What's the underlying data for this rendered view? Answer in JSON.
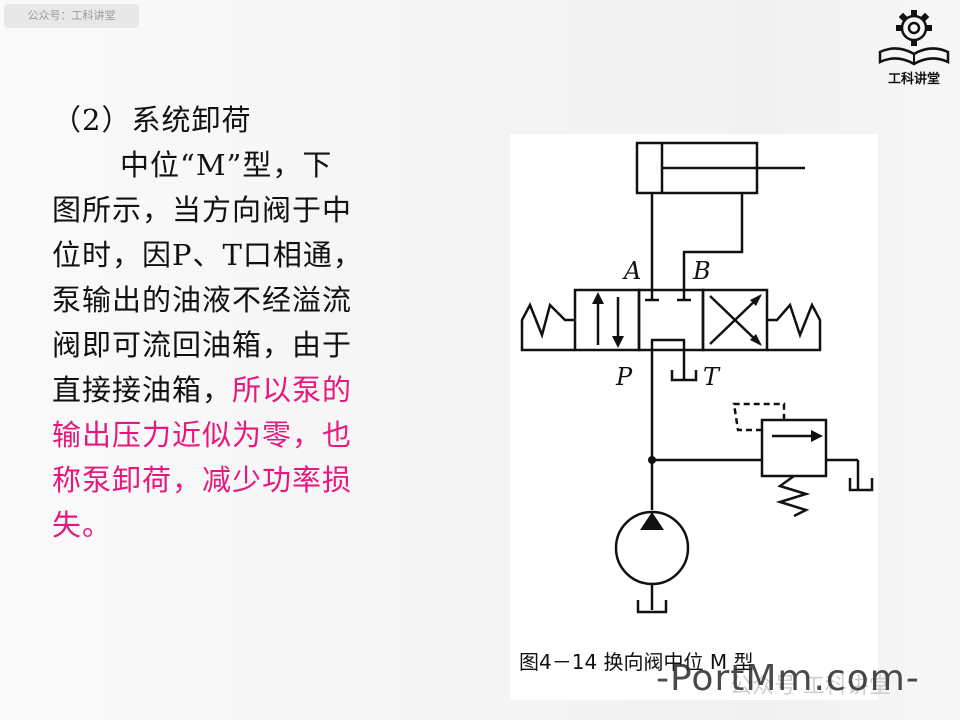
{
  "watermark_top": "公众号：工科讲堂",
  "logo_text": "工科讲堂",
  "text": {
    "heading": "（2）系统卸荷",
    "lines_black": [
      "中位“M”型，下",
      "图所示，当方向阀于中",
      "位时，因P、T口相通，",
      "泵输出的油液不经溢流",
      "阀即可流回油箱，由于"
    ],
    "line_mixed_black": "直接接油箱，",
    "line_mixed_magenta": "所以泵的",
    "lines_magenta": [
      "输出压力近似为零，也",
      "称泵卸荷，减少功率损",
      "失。"
    ]
  },
  "diagram": {
    "label_a": "A",
    "label_b": "B",
    "label_p": "P",
    "label_t": "T"
  },
  "caption": "图4－14 换向阀中位 M 型",
  "site_watermark": "-PortMm.com-",
  "bottom_watermark": "公众号 工科讲堂",
  "colors": {
    "highlight": "#e8177d",
    "text": "#111111"
  }
}
